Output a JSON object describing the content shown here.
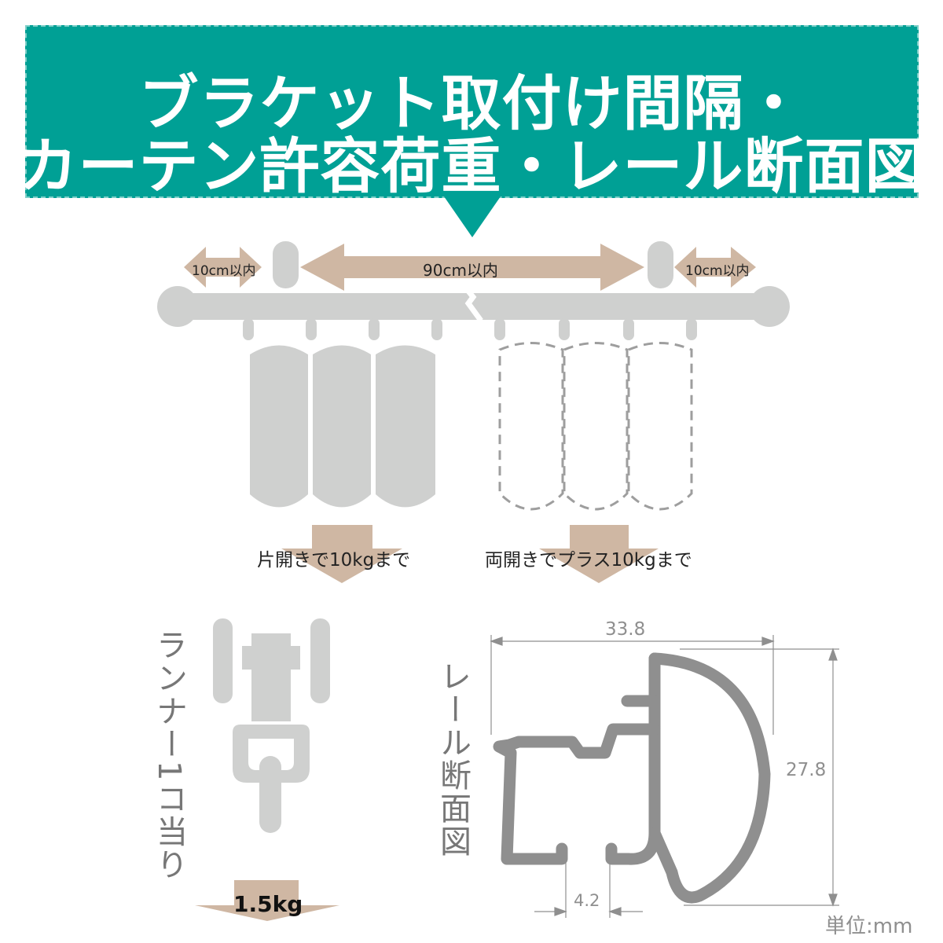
{
  "title": {
    "line1": "ブラケット取付け間隔・",
    "line2": "カーテン許容荷重・レール断面図"
  },
  "spacing": {
    "left": "10cm以内",
    "center": "90cm以内",
    "right": "10cm以内"
  },
  "load": {
    "single": "片開きで10kgまで",
    "double": "両開きでプラス10kgまで"
  },
  "runner": {
    "caption": "ランナー1コ当り",
    "weight": "1.5kg"
  },
  "rail": {
    "caption": "レール断面図",
    "width": "33.8",
    "height": "27.8",
    "gap": "4.2"
  },
  "unit": "単位:mm",
  "colors": {
    "banner": "#00a095",
    "arrow": "#cfb7a3",
    "gray": "#cfd0cf",
    "profile": "#8f8f8f"
  }
}
